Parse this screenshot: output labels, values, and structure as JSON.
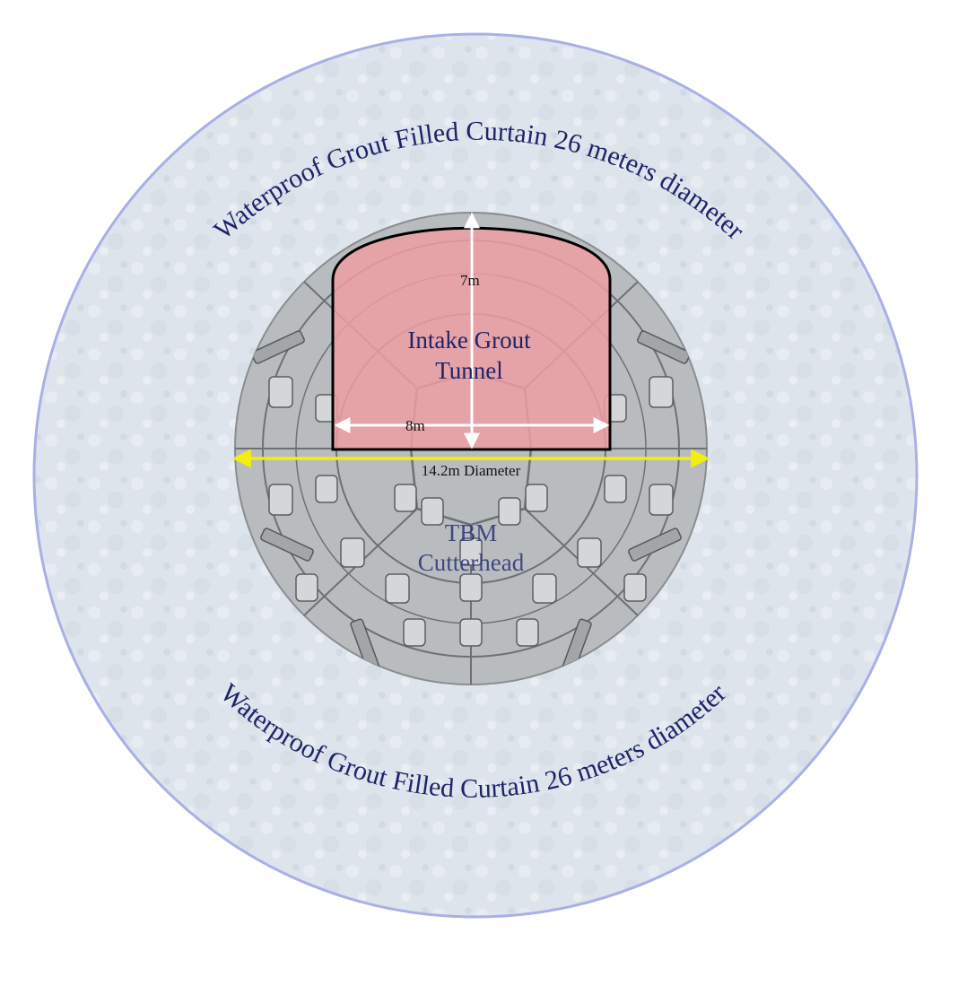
{
  "diagram": {
    "curtain_label_top": "Waterproof Grout Filled Curtain 26 meters diameter",
    "curtain_label_bottom": "Waterproof Grout Filled Curtain 26 meters diameter",
    "tunnel_label_line1": "Intake Grout",
    "tunnel_label_line2": "Tunnel",
    "tbm_label_line1": "TBM",
    "tbm_label_line2": "Cutterhead",
    "height_dimension": "7m",
    "width_dimension": "8m",
    "diameter_dimension": "14.2m Diameter"
  },
  "colors": {
    "curtain_fill": "#dde4ec",
    "curtain_stroke": "#a9b0e6",
    "cutterhead_fill": "#b9bcbf",
    "tunnel_fill": "#ec9ea2",
    "tunnel_stroke": "#000000",
    "dimension_white": "#ffffff",
    "diameter_yellow": "#f3ee0e",
    "label_navy": "#1e2468"
  }
}
